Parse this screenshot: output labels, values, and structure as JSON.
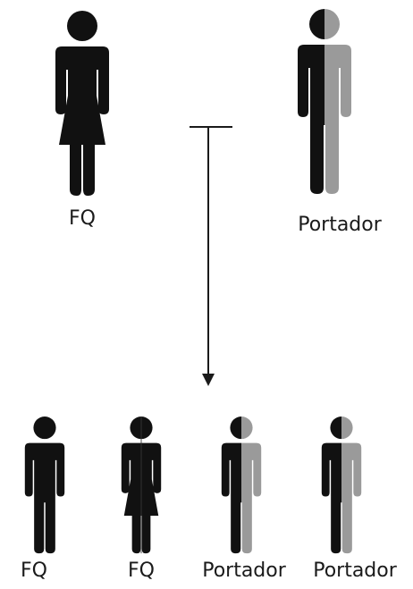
{
  "colors": {
    "affected": "#111111",
    "carrier_right": "#9a9a9a",
    "line": "#1a1a1a"
  },
  "parents": [
    {
      "label": "FQ",
      "status": "affected",
      "sex": "female"
    },
    {
      "label": "Portador",
      "status": "carrier",
      "sex": "male"
    }
  ],
  "children": [
    {
      "label": "FQ",
      "status": "affected",
      "sex": "male"
    },
    {
      "label": "FQ",
      "status": "affected",
      "sex": "female"
    },
    {
      "label": "Portador",
      "status": "carrier",
      "sex": "male"
    },
    {
      "label": "Portador",
      "status": "carrier",
      "sex": "male"
    }
  ]
}
